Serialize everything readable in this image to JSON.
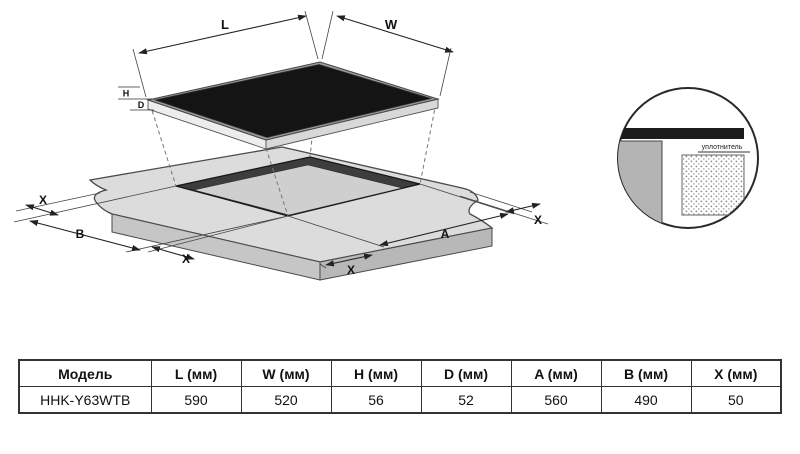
{
  "colors": {
    "ink": "#1a1a1a",
    "panel_black": "#141414",
    "counter_gray": "#dcdcdc"
  },
  "diagram": {
    "dims": {
      "L": "L",
      "W": "W",
      "H": "H",
      "D": "D",
      "A": "A",
      "B": "B",
      "X": "X"
    },
    "detail": {
      "seal_label": "уплотнитель"
    }
  },
  "table": {
    "headers": [
      "Модель",
      "L (мм)",
      "W (мм)",
      "H (мм)",
      "D (мм)",
      "A (мм)",
      "B (мм)",
      "X (мм)"
    ],
    "rows": [
      [
        "HHK-Y63WTB",
        "590",
        "520",
        "56",
        "52",
        "560",
        "490",
        "50"
      ]
    ]
  }
}
